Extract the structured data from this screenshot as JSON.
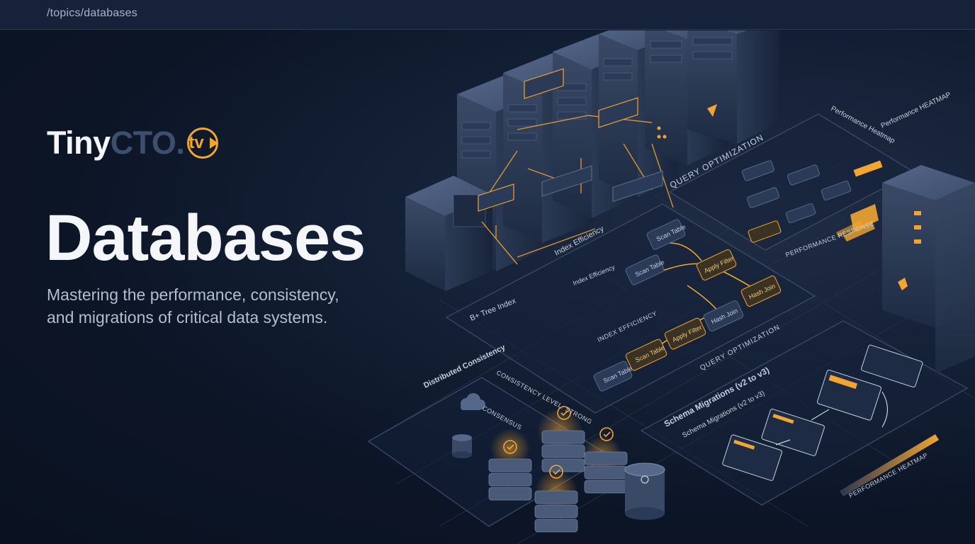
{
  "breadcrumb": "/topics/databases",
  "logo": {
    "tiny": "Tiny",
    "cto": "CTO.",
    "tv": "tv"
  },
  "hero": {
    "title": "Databases",
    "subtitle_line1": "Mastering the performance, consistency,",
    "subtitle_line2": "and migrations of critical data systems."
  },
  "illustration": {
    "query_optimization_top": "QUERY OPTIMIZATION",
    "performance_heatmap_top_a": "Performance Heatmap",
    "performance_heatmap_top_b": "Performance HEATMAP",
    "index_efficiency_top": "Index Efficiency",
    "btree_index": "B+ Tree Index",
    "index_efficiency_small": "Index Efficiency",
    "index_efficiency_mid": "INDEX EFFICIENCY",
    "query_optimization_mid": "QUERY OPTIMIZATION",
    "performance_response": "PERFORMANCE RESPONSE",
    "distributed_consistency": "Distributed Consistency",
    "consistency_level": "CONSISTENCY LEVEL: STRONG",
    "consensus": "CONSENSUS",
    "schema_migrations": "Schema Migrations (v2 to v3)",
    "schema_migrations_small": "Schema Migrations (v2 to v3)",
    "performance_heatmap_bottom": "PERFORMANCE HEATMAP",
    "scan_table": "Scan Table",
    "apply_filter": "Apply Filter",
    "hash_join": "Hash Join",
    "colors": {
      "accent": "#f2a531",
      "line": "#3c4d6b",
      "panel": "#1a2740"
    }
  }
}
